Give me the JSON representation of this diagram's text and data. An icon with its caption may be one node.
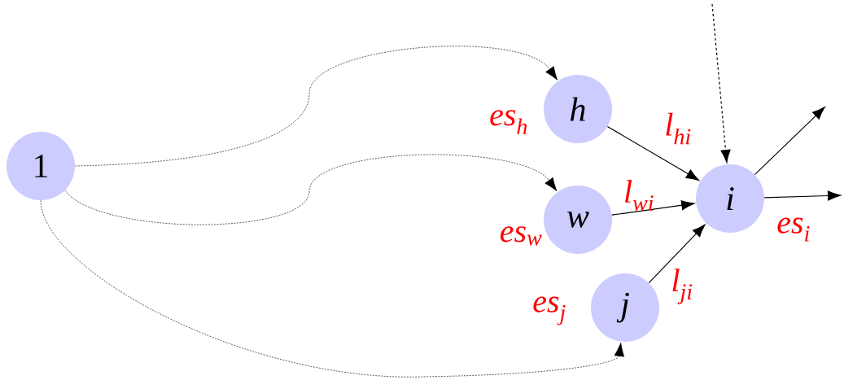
{
  "diagram": {
    "nodes": [
      {
        "text": [
          "1"
        ]
      },
      {
        "text": [
          "h"
        ],
        "beside": [
          "es$_{h}$"
        ]
      },
      {
        "text": [
          "w"
        ],
        "beside": [
          "es$_{w}$"
        ]
      },
      {
        "text": [
          "i"
        ],
        "beside": [
          "es$_{i}$"
        ]
      },
      {
        "text": [
          "j"
        ],
        "beside": [
          "es$_{j}$"
        ]
      }
    ],
    "edges": [
      {
        "from": 0,
        "to": 1,
        "arrow": "to",
        "style": "dashed"
      },
      {
        "from": 0,
        "to": 2,
        "arrow": "to",
        "style": "dashed"
      },
      {
        "from": 0,
        "to": 4,
        "arrow": "to",
        "style": "dashed"
      },
      {
        "from": 1,
        "to": 3,
        "arrow": "to",
        "label": "l$_{hi}$"
      },
      {
        "from": 2,
        "to": 3,
        "arrow": "to",
        "label": "l$_{wi}$"
      },
      {
        "from": 4,
        "to": 3,
        "arrow": "to",
        "label": "l$_{ji}$"
      },
      {
        "from": null,
        "to": 3,
        "arrow": "to",
        "style": "dashed"
      },
      {
        "from": 3,
        "to": null,
        "arrow": "to"
      },
      {
        "from": 3,
        "to": null,
        "arrow": "to"
      }
    ]
  }
}
